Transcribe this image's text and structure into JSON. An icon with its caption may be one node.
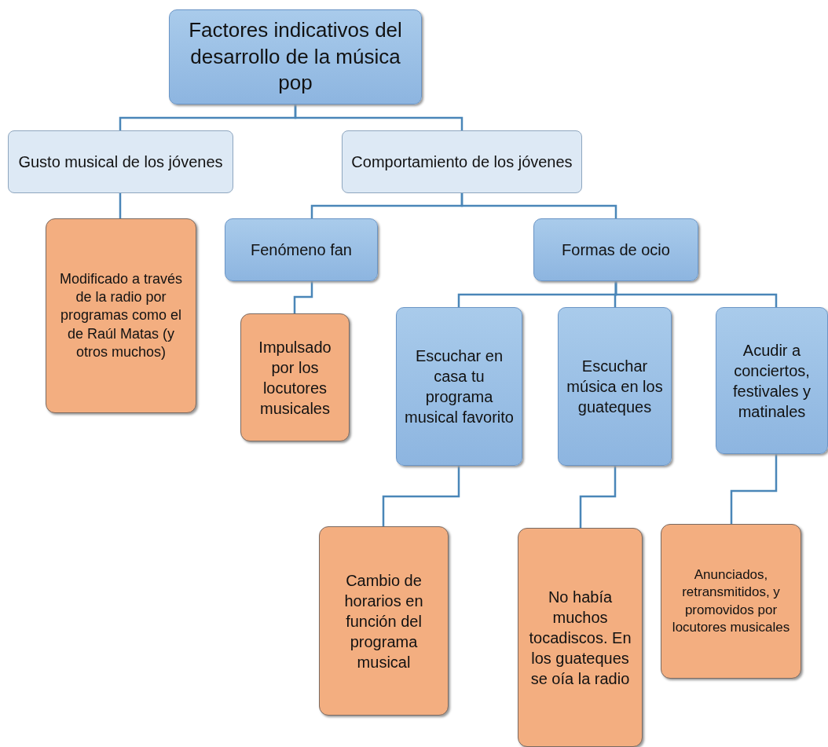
{
  "diagram": {
    "nodes": [
      {
        "text": [
          "Factores indicativos del desarrollo de la música pop"
        ]
      },
      {
        "text": [
          "Gusto musical de los jóvenes"
        ]
      },
      {
        "text": [
          "Comportamiento de los jóvenes"
        ]
      },
      {
        "text": [
          "Modificado a través de la radio por programas como el de Raúl Matas (y otros muchos)"
        ]
      },
      {
        "text": [
          "Fenómeno fan"
        ]
      },
      {
        "text": [
          "Formas de ocio"
        ]
      },
      {
        "text": [
          "Impulsado por los locutores musicales"
        ]
      },
      {
        "text": [
          "Escuchar en casa tu programa musical favorito"
        ]
      },
      {
        "text": [
          "Escuchar música en los guateques"
        ]
      },
      {
        "text": [
          "Acudir a conciertos, festivales y matinales"
        ]
      },
      {
        "text": [
          "Cambio de horarios en función del programa musical"
        ]
      },
      {
        "text": [
          "No había muchos tocadiscos. En los guateques se oía la radio"
        ]
      },
      {
        "text": [
          "Anunciados, retransmitidos, y promovidos por locutores musicales"
        ]
      }
    ],
    "edges": [
      {
        "from": 0,
        "to": 1,
        "arrow": "none"
      },
      {
        "from": 0,
        "to": 2,
        "arrow": "none"
      },
      {
        "from": 1,
        "to": 3,
        "arrow": "none"
      },
      {
        "from": 2,
        "to": 4,
        "arrow": "none"
      },
      {
        "from": 2,
        "to": 5,
        "arrow": "none"
      },
      {
        "from": 4,
        "to": 6,
        "arrow": "none"
      },
      {
        "from": 5,
        "to": 7,
        "arrow": "none"
      },
      {
        "from": 5,
        "to": 8,
        "arrow": "none"
      },
      {
        "from": 5,
        "to": 9,
        "arrow": "none"
      },
      {
        "from": 7,
        "to": 10,
        "arrow": "none"
      },
      {
        "from": 8,
        "to": 11,
        "arrow": "none"
      },
      {
        "from": 9,
        "to": 12,
        "arrow": "none"
      }
    ]
  }
}
